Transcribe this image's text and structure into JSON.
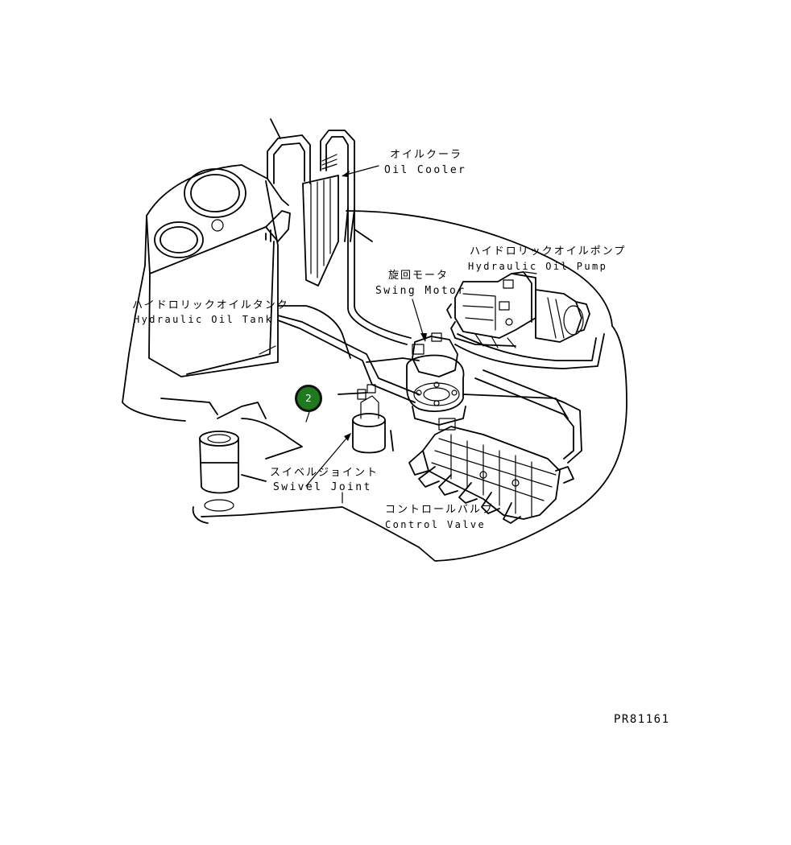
{
  "labels": {
    "oil_cooler": {
      "jp": "オイルクーラ",
      "en": "Oil Cooler"
    },
    "hydraulic_pump": {
      "jp": "ハイドロリックオイルポンプ",
      "en": "Hydraulic Oil Pump"
    },
    "swing_motor": {
      "jp": "旋回モータ",
      "en": "Swing Motor"
    },
    "hydraulic_tank": {
      "jp": "ハイドロリックオイルタンク",
      "en": "Hydraulic Oil Tank"
    },
    "swivel_joint": {
      "jp": "スイベルジョイント",
      "en": "Swivel Joint"
    },
    "control_valve": {
      "jp": "コントロールバルブ",
      "en": "Control Valve"
    }
  },
  "callout": {
    "number": "2",
    "color": "#1f7a1f"
  },
  "drawing_code": "PR81161"
}
